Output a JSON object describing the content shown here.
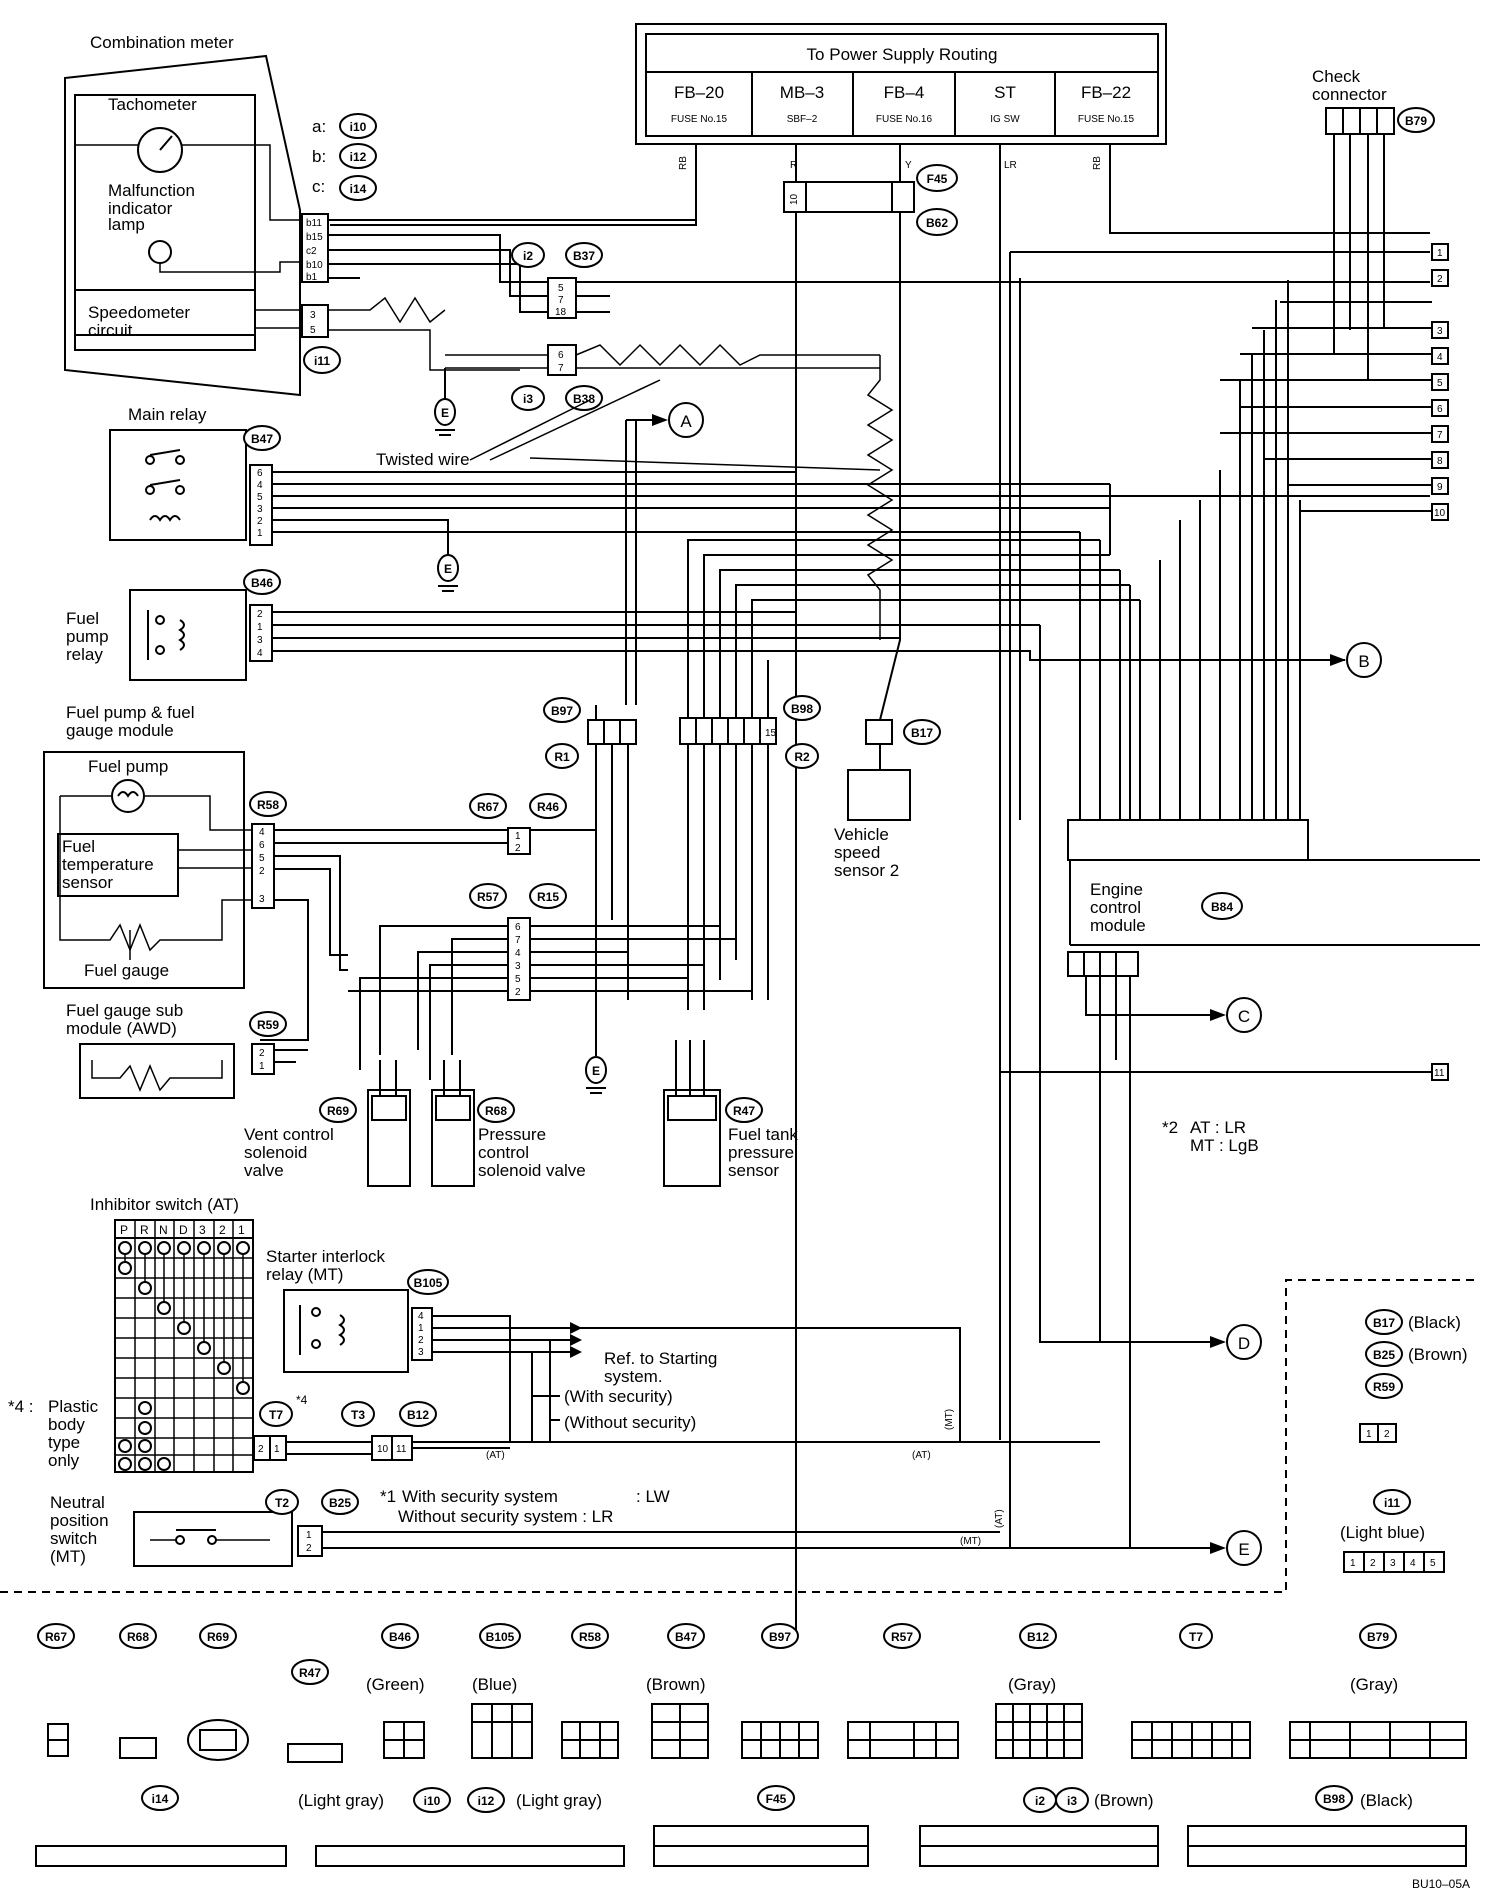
{
  "power_supply": {
    "title": "To Power Supply Routing",
    "fuses": [
      {
        "name": "FB–20",
        "sub": "FUSE No.15",
        "wire": "RB"
      },
      {
        "name": "MB–3",
        "sub": "SBF–2",
        "wire": "R"
      },
      {
        "name": "FB–4",
        "sub": "FUSE No.16",
        "wire": "Y"
      },
      {
        "name": "ST",
        "sub": "IG SW",
        "wire": "LR"
      },
      {
        "name": "FB–22",
        "sub": "FUSE No.15",
        "wire": "RB"
      }
    ]
  },
  "components": {
    "combination_meter": "Combination meter",
    "tachometer": "Tachometer",
    "mil": "Malfunction indicator lamp",
    "speedometer": "Speedometer circuit",
    "main_relay": "Main relay",
    "twisted_wire": "Twisted wire",
    "fuel_pump_relay": "Fuel pump relay",
    "fuel_pump_module": "Fuel pump & fuel gauge module",
    "fuel_pump": "Fuel pump",
    "fuel_temp_sensor": "Fuel temperature sensor",
    "fuel_gauge": "Fuel gauge",
    "fuel_gauge_sub": "Fuel gauge sub module (AWD)",
    "vent_valve": "Vent control solenoid valve",
    "pressure_valve": "Pressure control solenoid valve",
    "fuel_tank_sensor": "Fuel tank pressure sensor",
    "vehicle_speed_sensor": "Vehicle speed sensor 2",
    "ecm": "Engine control module",
    "check_connector": "Check connector",
    "inhibitor_switch": "Inhibitor switch (AT)",
    "starter_relay": "Starter interlock relay (MT)",
    "neutral_switch": "Neutral position switch (MT)"
  },
  "meter_connectors": [
    {
      "letter": "a:",
      "code": "i10"
    },
    {
      "letter": "b:",
      "code": "i12"
    },
    {
      "letter": "c:",
      "code": "i14"
    }
  ],
  "connector_codes": {
    "i2": "i2",
    "B37": "B37",
    "i3": "i3",
    "B38": "B38",
    "i11": "i11",
    "B47": "B47",
    "B46": "B46",
    "B97": "B97",
    "R1": "R1",
    "B98": "B98",
    "R2": "R2",
    "B17": "B17",
    "R58": "R58",
    "R67": "R67",
    "R46": "R46",
    "R57": "R57",
    "R15": "R15",
    "R59": "R59",
    "R69": "R69",
    "R68": "R68",
    "R47": "R47",
    "F45": "F45",
    "B62": "B62",
    "B79": "B79",
    "B84": "B84",
    "B105": "B105",
    "T7": "T7",
    "T3": "T3",
    "B12": "B12",
    "T2": "T2",
    "B25": "B25"
  },
  "offpage": [
    "A",
    "B",
    "C",
    "D",
    "E"
  ],
  "right_terminals": [
    "1",
    "2",
    "3",
    "4",
    "5",
    "6",
    "7",
    "8",
    "9",
    "10",
    "11"
  ],
  "ground_symbol": "E",
  "inhibitor_positions": [
    "P",
    "R",
    "N",
    "D",
    "3",
    "2",
    "1"
  ],
  "notes": {
    "at_mt_code": "*2",
    "at_mt_at": "AT : LR",
    "at_mt_mt": "MT : LgB",
    "plastic_body_code": "*4 :",
    "plastic_body": "Plastic body type only",
    "security_code": "*1",
    "security_with": "With security system",
    "security_with_val": ": LW",
    "security_without": "Without security system : LR",
    "ref_starting": "Ref. to Starting system.",
    "with_security": "(With security)",
    "without_security": "(Without security)"
  },
  "wire_tags": {
    "mt": "(MT)",
    "at": "(AT)"
  },
  "legend_right": [
    {
      "code": "B17",
      "color": "(Black)"
    },
    {
      "code": "B25",
      "color": "(Brown)"
    },
    {
      "code": "R59",
      "color": ""
    },
    {
      "code": "i11",
      "color": "(Light blue)"
    }
  ],
  "bottom_connectors": [
    {
      "code": "R67",
      "color": ""
    },
    {
      "code": "R68",
      "color": ""
    },
    {
      "code": "R69",
      "color": ""
    },
    {
      "code": "R47",
      "color": ""
    },
    {
      "code": "B46",
      "color": "(Green)"
    },
    {
      "code": "B105",
      "color": "(Blue)"
    },
    {
      "code": "R58",
      "color": ""
    },
    {
      "code": "B47",
      "color": "(Brown)"
    },
    {
      "code": "B97",
      "color": ""
    },
    {
      "code": "R57",
      "color": ""
    },
    {
      "code": "B12",
      "color": "(Gray)"
    },
    {
      "code": "T7",
      "color": ""
    },
    {
      "code": "B79",
      "color": "(Gray)"
    }
  ],
  "bottom_row2": {
    "i14": "i14",
    "light_gray_1": "(Light gray)",
    "i10": "i10",
    "i12": "i12",
    "light_gray_2": "(Light gray)",
    "F45": "F45",
    "i2": "i2",
    "i3": "i3",
    "brown": "(Brown)",
    "B98": "B98",
    "black": "(Black)"
  },
  "figure_code": "BU10–05A"
}
